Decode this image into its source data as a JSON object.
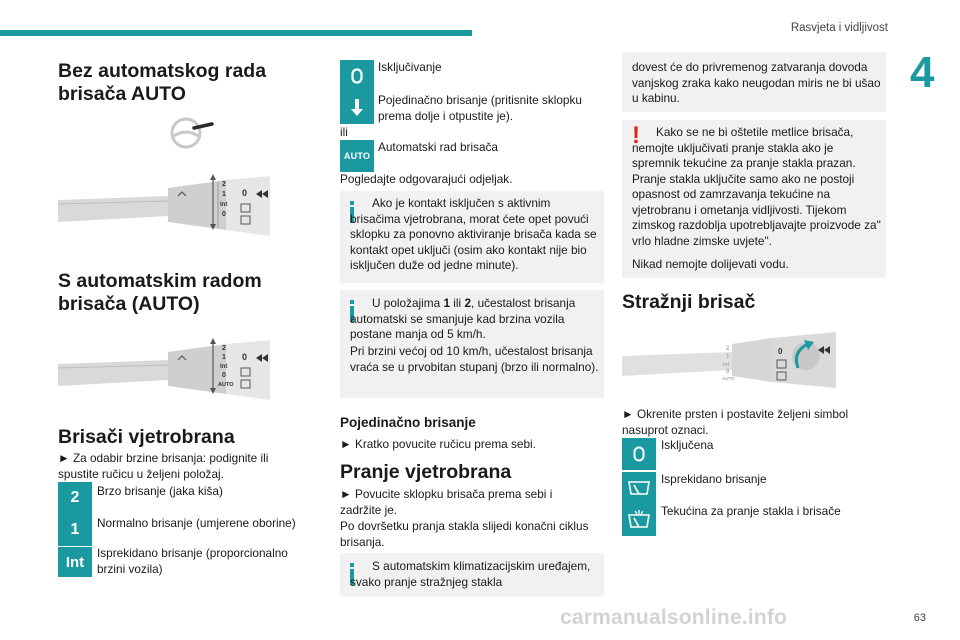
{
  "header": {
    "section_title": "Rasvjeta i vidljivost",
    "chapter": "4",
    "page_number": "63"
  },
  "watermark": "carmanualsonline.info",
  "col1": {
    "h_no_auto": "Bez automatskog rada brisača AUTO",
    "h_with_auto": "S automatskim radom brisača (AUTO)",
    "h_wipers": "Brisači vjetrobrana",
    "wipers_intro": "► Za odabir brzine brisanja: podignite ili spustite ručicu u željeni položaj.",
    "items": [
      {
        "symbol": "2",
        "text": "Brzo brisanje (jaka kiša)"
      },
      {
        "symbol": "1",
        "text": "Normalno brisanje (umjerene oborine)"
      },
      {
        "symbol": "Int",
        "text": "Isprekidano brisanje (proporcionalno brzini vozila)"
      }
    ],
    "stalk_marks": [
      "2",
      "1",
      "Int",
      "0",
      "AUTO"
    ]
  },
  "col2": {
    "item_off": "Isključivanje",
    "item_single": "Pojedinačno brisanje (pritisnite sklopku prema dolje i otpustite je).",
    "ili": "ili",
    "auto_symbol": "AUTO",
    "item_auto": "Automatski rad brisača",
    "see_section": "Pogledajte odgovarajući odjeljak.",
    "note1": "Ako je kontakt isključen s aktivnim brisačima vjetrobrana, morat ćete opet povući sklopku za ponovno aktiviranje brisača kada se kontakt opet uključi (osim ako kontakt nije bio isključen duže od jedne minute).",
    "note2_a": "U položajima ",
    "note2_b1": "1",
    "note2_mid": " ili ",
    "note2_b2": "2",
    "note2_c": ", učestalost brisanja automatski se smanjuje kad brzina vozila postane manja od 5 km/h.",
    "note2_d": "Pri brzini većoj od 10 km/h, učestalost brisanja vraća se u prvobitan stupanj (brzo ili normalno).",
    "h_single": "Pojedinačno brisanje",
    "single_text": "► Kratko povucite ručicu prema sebi.",
    "h_wash": "Pranje vjetrobrana",
    "wash_text1": "► Povucite sklopku brisača prema sebi i zadržite je.",
    "wash_text2": "Po dovršetku pranja stakla slijedi konačni ciklus brisanja.",
    "note3": "S automatskim klimatizacijskim uređajem, svako pranje stražnjeg stakla"
  },
  "col3": {
    "note3_cont": "dovest će do privremenog zatvaranja dovoda vanjskog zraka kako neugodan miris ne bi ušao u kabinu.",
    "warn_mark": "!",
    "warn_text": "Kako se ne bi oštetile metlice brisača, nemojte uključivati pranje stakla ako je spremnik tekućine za pranje stakla prazan. Pranje stakla uključite samo ako ne postoji opasnost od zamrzavanja tekućine na vjetrobranu i ometanja vidljivosti. Tijekom zimskog razdoblja upotrebljavajte proizvode za\" vrlo hladne zimske uvjete\".",
    "warn_text2": "Nikad nemojte dolijevati vodu.",
    "h_rear": "Stražnji brisač",
    "rear_intro": "► Okrenite prsten i postavite željeni simbol nasuprot oznaci.",
    "items": [
      {
        "icon": "ring-off-icon",
        "text": "Isključena"
      },
      {
        "icon": "rear-wiper-icon",
        "text": "Isprekidano brisanje"
      },
      {
        "icon": "rear-washer-icon",
        "text": "Tekućina za pranje stakla i brisače"
      }
    ]
  },
  "colors": {
    "accent": "#1a9aa0",
    "note_bg": "#f1f1f1",
    "warning": "#e0201c"
  }
}
